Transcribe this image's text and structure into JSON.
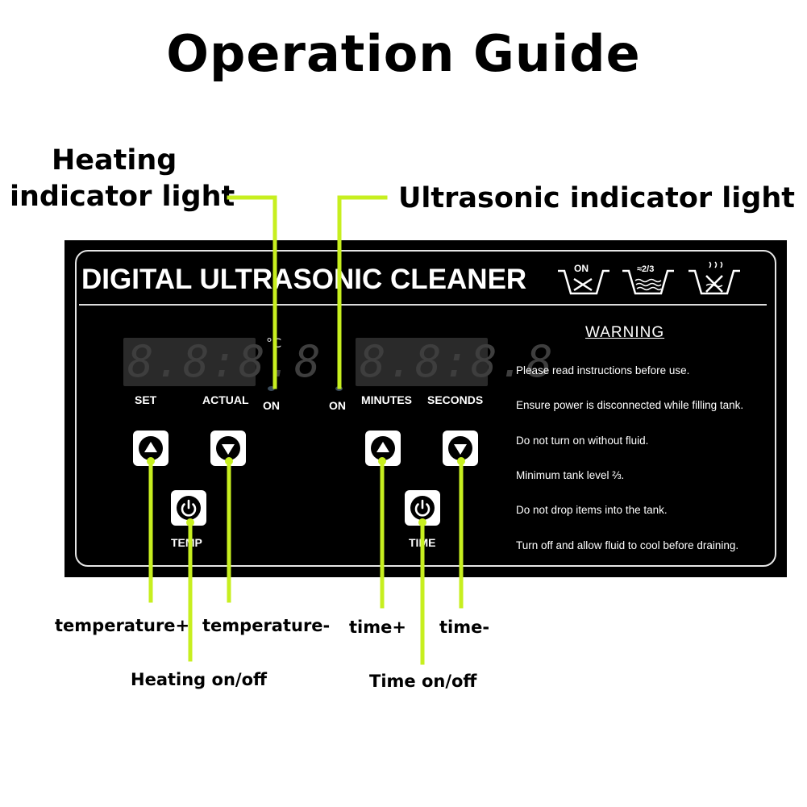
{
  "title": "Operation Guide",
  "callouts": {
    "heating_indicator_line1": "Heating",
    "heating_indicator_line2": "indicator light",
    "ultrasonic_indicator": "Ultrasonic indicator light"
  },
  "panel": {
    "title": "DIGITAL ULTRASONIC CLEANER",
    "symbols": [
      {
        "icon": "power-on-tub-icon",
        "label": "ON"
      },
      {
        "icon": "fill-level-tub-icon",
        "label": "≈2/3"
      },
      {
        "icon": "no-heat-tub-icon",
        "label": ""
      }
    ],
    "temp_display": {
      "text": "8.8:8.8",
      "unit": "°C",
      "set_label": "SET",
      "actual_label": "ACTUAL",
      "led_label": "ON"
    },
    "time_display": {
      "text": "8.8:8.8",
      "led_label": "ON",
      "minutes_label": "MINUTES",
      "seconds_label": "SECONDS"
    },
    "temp_power_label": "TEMP",
    "time_power_label": "TIME",
    "warning": {
      "title": "WARNING",
      "lines": [
        "Please read instructions before use.",
        "Ensure power is disconnected while filling tank.",
        "Do not turn on without fluid.",
        "Minimum tank level ⅔.",
        "Do not drop items into the tank.",
        "Turn off and allow fluid to cool before draining."
      ]
    }
  },
  "labels": {
    "temp_plus": "temperature+",
    "temp_minus": "temperature-",
    "heating_onoff": "Heating on/off",
    "time_plus": "time+",
    "time_minus": "time-",
    "time_onoff": "Time on/off"
  },
  "colors": {
    "callout_line": "#c7ef1f",
    "panel_bg": "#000000",
    "display_segments": "#3e3e3e"
  }
}
